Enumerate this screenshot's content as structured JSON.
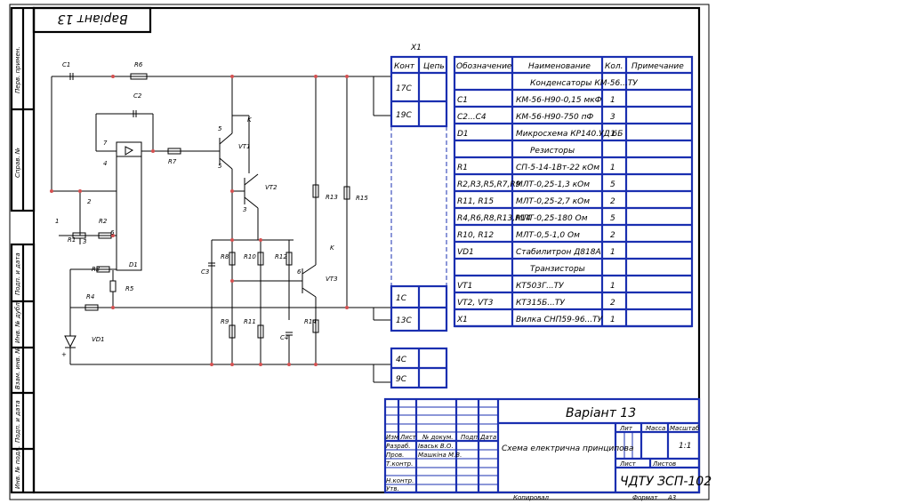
{
  "corner_mark": "Варіант 13",
  "connector": {
    "ref": "X1",
    "headers": [
      "Конт",
      "Цепь"
    ],
    "contacts_top": [
      "17С",
      "19С"
    ],
    "contacts_mid": [
      "1С",
      "13С"
    ],
    "contacts_bot": [
      "4С",
      "9С"
    ]
  },
  "bom": {
    "headers": [
      "Обозначение",
      "Наименование",
      "Кол.",
      "Примечание"
    ],
    "rows": [
      {
        "ref": "",
        "name": "Конденсаторы КМ-56...ТУ",
        "qty": ""
      },
      {
        "ref": "C1",
        "name": "КМ-56-Н90-0,15 мкФ",
        "qty": "1"
      },
      {
        "ref": "C2...C4",
        "name": "КМ-56-Н90-750 пФ",
        "qty": "3"
      },
      {
        "ref": "D1",
        "name": "Микросхема КР140.УД 6Б",
        "qty": "1"
      },
      {
        "ref": "",
        "name": "Резисторы",
        "qty": ""
      },
      {
        "ref": "R1",
        "name": "СП-5-14-1Вт-22 кОм",
        "qty": "1"
      },
      {
        "ref": "R2,R3,R5,R7,R9",
        "name": "МЛТ-0,25-1,3 кОм",
        "qty": "5"
      },
      {
        "ref": "R11, R15",
        "name": "МЛТ-0,25-2,7 кОм",
        "qty": "2"
      },
      {
        "ref": "R4,R6,R8,R13,R14",
        "name": "МЛТ-0,25-180 Ом",
        "qty": "5"
      },
      {
        "ref": "R10, R12",
        "name": "МЛТ-0,5-1,0 Ом",
        "qty": "2"
      },
      {
        "ref": "VD1",
        "name": "Стабилитрон Д818А",
        "qty": "1"
      },
      {
        "ref": "",
        "name": "Транзисторы",
        "qty": ""
      },
      {
        "ref": "VT1",
        "name": "КТ503Г...ТУ",
        "qty": "1"
      },
      {
        "ref": "VT2, VT3",
        "name": "КТ315Б...ТУ",
        "qty": "2"
      },
      {
        "ref": "X1",
        "name": "Вилка СНП59-96...ТУ",
        "qty": "1"
      }
    ]
  },
  "title_block": {
    "variant": "Варіант 13",
    "doc_title": "Схема електрична принципова",
    "code": "ЧДТУ ЗСП-102",
    "col_labels": [
      "Изм",
      "Лист",
      "№ докум.",
      "Подп.",
      "Дата"
    ],
    "row_labels": [
      "Разраб.",
      "Пров.",
      "Т.контр.",
      "",
      "Н.контр.",
      "Утв."
    ],
    "developer": "Іваськ В.О.",
    "checker": "Машкіна М.В.",
    "lit": "Лит",
    "mass": "Масса",
    "scale": "Масштаб",
    "scale_value": "1:1",
    "sheet": "Лист",
    "sheets": "Листов",
    "copied": "Копировал",
    "format_label": "Формат",
    "format_value": "А3"
  },
  "side_labels": [
    "Перв. примен.",
    "Справ. №",
    "Подп. и дата",
    "Инв. № дубл.",
    "Взам. инв. №",
    "Подп. и дата",
    "Инв. № подл."
  ],
  "component_labels": [
    "C1",
    "R6",
    "C2",
    "7",
    "4",
    "R7",
    "6",
    "5",
    "VT1",
    "K",
    "VT2",
    "3",
    "R13",
    "R15",
    "2",
    "1",
    "R2",
    "R1",
    "3",
    "R3",
    "D1",
    "R5",
    "R4",
    "VD1",
    "+",
    "C3",
    "R8",
    "R10",
    "R12",
    "6",
    "K",
    "VT3",
    "R9",
    "R11",
    "C4",
    "R14",
    "5"
  ]
}
